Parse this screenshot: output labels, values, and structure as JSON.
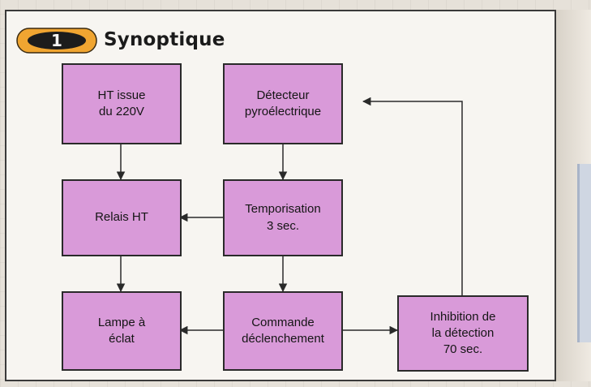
{
  "header": {
    "number": "1",
    "title": "Synoptique"
  },
  "blocks": {
    "ht": "HT issue\ndu 220V",
    "detecteur": "Détecteur\npyroélectrique",
    "relais": "Relais HT",
    "tempo": "Temporisation\n3 sec.",
    "lampe": "Lampe à\néclat",
    "commande": "Commande\ndéclenchement",
    "inhibition": "Inhibition de\nla détection\n70 sec."
  },
  "colors": {
    "block_fill": "#d99ad9",
    "badge_orange": "#f0a531",
    "line": "#2a2a2a"
  }
}
